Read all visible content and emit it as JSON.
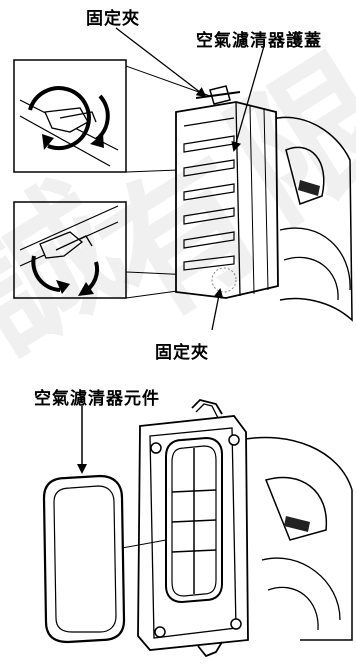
{
  "labels": {
    "clip_top": "固定夾",
    "cover": "空氣濾清器護蓋",
    "clip_bottom": "固定夾",
    "element": "空氣濾清器元件"
  },
  "watermark": {
    "chars": [
      "誠",
      "有",
      "限"
    ],
    "color": "#000000"
  },
  "colors": {
    "line": "#000000",
    "fill": "#ffffff",
    "shade": "#9a9a9a"
  }
}
